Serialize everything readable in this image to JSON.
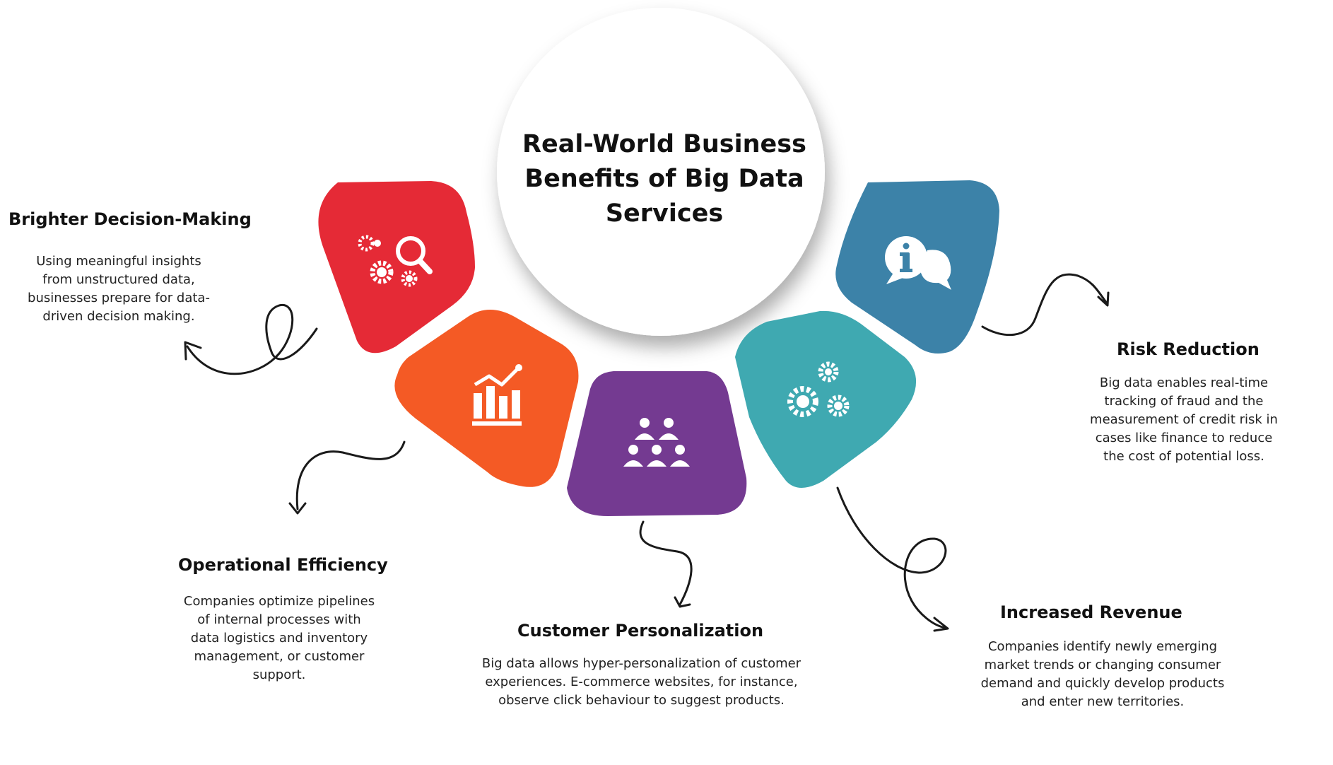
{
  "title": {
    "line1": "Real-World Business",
    "line2": "Benefits of Big Data",
    "line3": "Services"
  },
  "benefits": [
    {
      "title": "Brighter Decision-Making",
      "lines": [
        "Using meaningful insights",
        "from unstructured data,",
        "businesses prepare for data-",
        "driven decision making."
      ],
      "color": "#e52a36",
      "icon": "gears-search-icon"
    },
    {
      "title": "Operational Efficiency",
      "lines": [
        "Companies optimize pipelines",
        "of internal processes with",
        "data logistics and inventory",
        "management, or customer",
        "support."
      ],
      "color": "#f45a25",
      "icon": "bar-chart-icon"
    },
    {
      "title": "Customer Personalization",
      "lines": [
        "Big data allows hyper-personalization of customer",
        "experiences. E-commerce websites, for instance,",
        "observe click behaviour to suggest products."
      ],
      "color": "#743a91",
      "icon": "audience-icon"
    },
    {
      "title": "Increased Revenue",
      "lines": [
        "Companies identify newly emerging",
        "market trends or changing consumer",
        "demand and quickly develop products",
        "and enter new territories."
      ],
      "color": "#3fa9b1",
      "icon": "gears-icon"
    },
    {
      "title": "Risk Reduction",
      "lines": [
        "Big data enables real-time",
        "tracking of fraud and the",
        "measurement of credit risk in",
        "cases like finance to reduce",
        "the cost of potential loss."
      ],
      "color": "#3c82a8",
      "icon": "info-chat-icon"
    }
  ]
}
